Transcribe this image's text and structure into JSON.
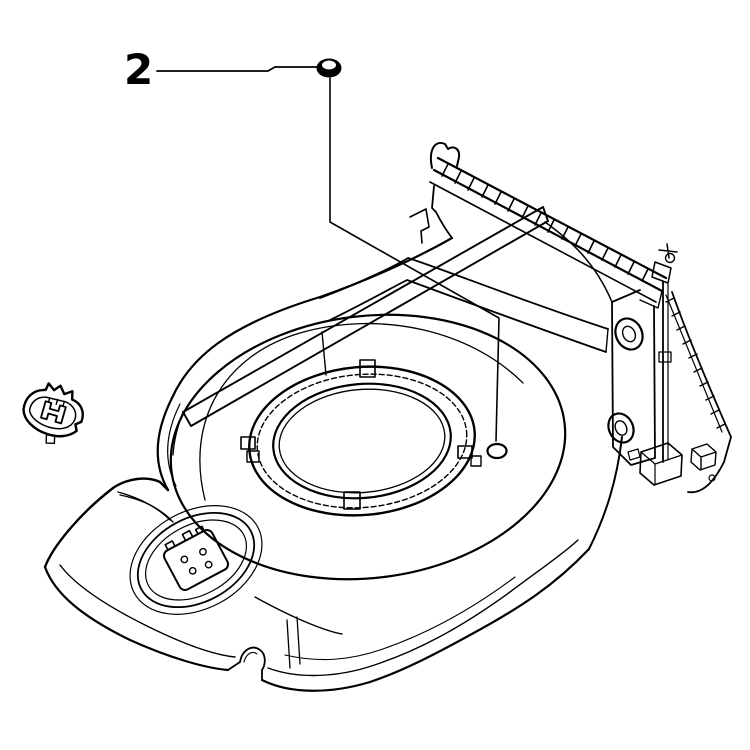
{
  "diagram": {
    "kind": "parts-diagram",
    "background_color": "#ffffff",
    "stroke_color": "#000000",
    "subject": "lawn-mower-cutting-deck-chassis"
  },
  "callouts": [
    {
      "label": "2",
      "target_part": "deck-plug"
    }
  ],
  "parts": [
    {
      "id": "deck-plug",
      "name": "plug"
    },
    {
      "id": "plug-hole",
      "name": "plug-mounting-hole"
    },
    {
      "id": "deck",
      "name": "mower-deck-chassis"
    },
    {
      "id": "blade-ring",
      "name": "blade-ring"
    },
    {
      "id": "emblem",
      "name": "husqvarna-crown-emblem"
    },
    {
      "id": "front-plate",
      "name": "front-latch-plate"
    },
    {
      "id": "rear-rail",
      "name": "rear-hinge-rail"
    },
    {
      "id": "rear-bracket",
      "name": "rear-hinge-bracket"
    }
  ]
}
